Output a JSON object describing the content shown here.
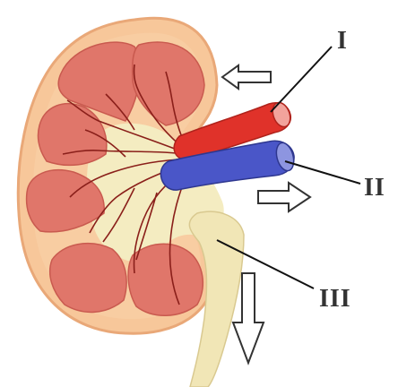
{
  "diagram": {
    "labels": {
      "artery": "I",
      "vein": "II",
      "ureter": "III"
    },
    "colors": {
      "capsule": "#f7c79a",
      "capsule_stroke": "#e9a878",
      "pyramid": "#e0766a",
      "pyramid_stroke": "#c95a4f",
      "pelvis": "#f4ecc1",
      "artery": "#e0322a",
      "vein": "#4a56c8",
      "vessel_branch": "#8a1f1a",
      "ureter": "#f1e6b6"
    }
  }
}
